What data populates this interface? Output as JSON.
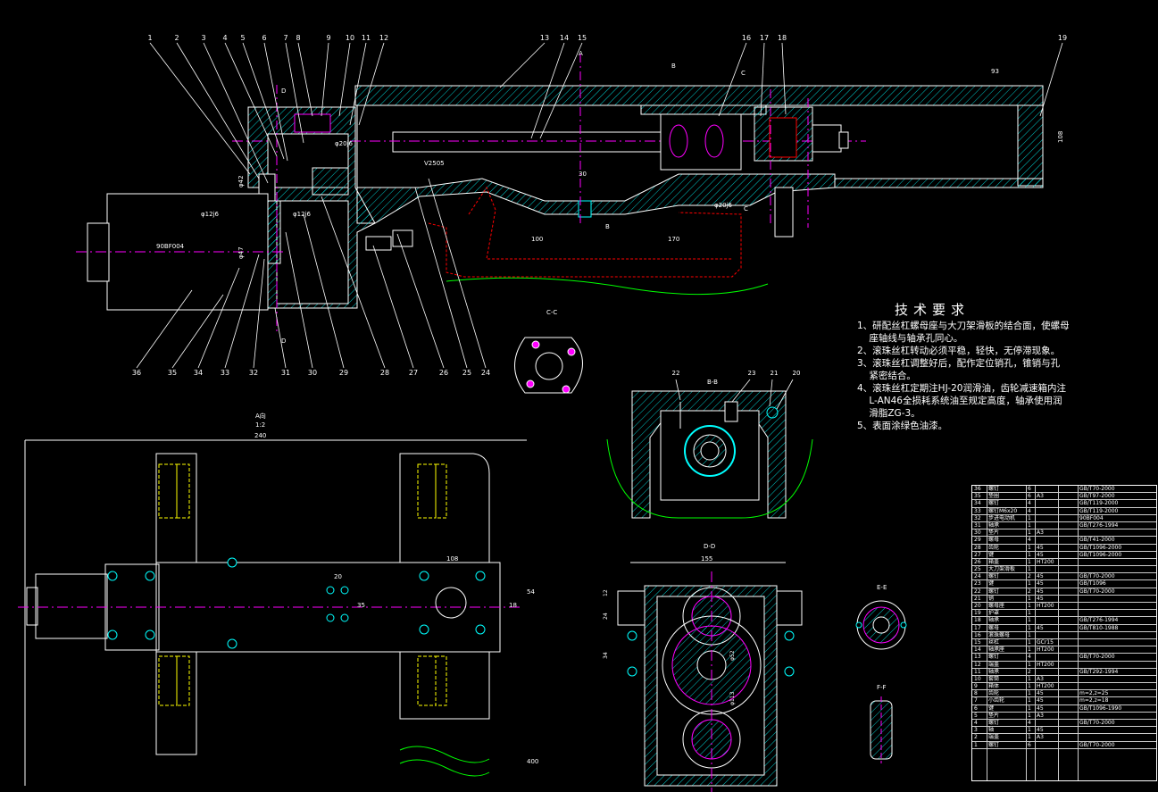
{
  "drawing": {
    "callouts_top": [
      "1",
      "2",
      "3",
      "4",
      "5",
      "6",
      "7",
      "8",
      "9",
      "10",
      "11",
      "12",
      "13",
      "14",
      "15",
      "16",
      "17",
      "18",
      "19"
    ],
    "callouts_bottom": [
      "36",
      "35",
      "34",
      "33",
      "32",
      "31",
      "30",
      "29",
      "28",
      "27",
      "26",
      "25",
      "24"
    ],
    "section_labels": {
      "A": "A",
      "B": "B",
      "C": "C",
      "D": "D",
      "cc_view": "C-C",
      "bb_view": "B-B",
      "dd_view": "D-D",
      "ee_view": "E-E",
      "ff_view": "F-F",
      "a_view": "A向",
      "a_scale": "1:2"
    },
    "bb_callouts": [
      "22",
      "23",
      "21",
      "20"
    ],
    "dimensions": {
      "d_phi20_j6": "φ20j6",
      "d_v2505": "V2505",
      "d_93": "93",
      "d_108": "108",
      "d_30": "30",
      "d_100": "100",
      "d_170": "170",
      "d_phi20_j6b": "φ20j6",
      "d_phi12_j6": "φ12j6",
      "d_phi12_j6b": "φ12j6",
      "d_phi42": "φ42",
      "d_phi47": "φ47",
      "d_90bf004": "90BF004",
      "d_240": "240",
      "d_20": "20",
      "d_35": "35",
      "d_108b": "108",
      "d_51": "54",
      "d_18": "18",
      "d_400": "400",
      "d_155": "155",
      "d_12": "12",
      "d_24": "24",
      "d_34": "34",
      "d_62": "φ52",
      "d_113": "φ113"
    }
  },
  "tech_requirements": {
    "title": "技术要求",
    "items": [
      "1、研配丝杠螺母座与大刀架滑板的结合面，使螺母\n    座轴线与轴承孔同心。",
      "2、滚珠丝杠转动必须平稳，轻快，无停滞现象。",
      "3、滚珠丝杠调整好后，配作定位销孔，锥销与孔\n    紧密结合。",
      "4、滚珠丝杠定期注HJ-20润滑油，齿轮减速箱内注\n    L-AN46全损耗系统油至规定高度，轴承使用润\n    滑脂ZG-3。",
      "5、表面涂绿色油漆。"
    ]
  },
  "bom": {
    "rows": [
      [
        "36",
        "螺钉",
        "6",
        "",
        "GB/T70-2000"
      ],
      [
        "35",
        "垫圈",
        "6",
        "A3",
        "GB/T97-2000"
      ],
      [
        "34",
        "螺钉",
        "4",
        "",
        "GB/T119-2000"
      ],
      [
        "33",
        "螺钉M6x20",
        "4",
        "",
        "GB/T119-2000"
      ],
      [
        "32",
        "步进电动机",
        "1",
        "",
        "90BF004"
      ],
      [
        "31",
        "轴承",
        "1",
        "",
        "GB/T276-1994"
      ],
      [
        "30",
        "垫片",
        "1",
        "A3",
        ""
      ],
      [
        "29",
        "螺母",
        "4",
        "",
        "GB/T41-2000"
      ],
      [
        "28",
        "齿轮",
        "1",
        "45",
        "GB/T1096-2000"
      ],
      [
        "27",
        "键",
        "1",
        "45",
        "GB/T1096-2000"
      ],
      [
        "26",
        "箱盖",
        "1",
        "HT200",
        ""
      ],
      [
        "25",
        "大刀架滑板",
        "1",
        "",
        ""
      ],
      [
        "24",
        "螺钉",
        "2",
        "45",
        "GB/T70-2000"
      ],
      [
        "23",
        "键",
        "1",
        "45",
        "GB/T1096"
      ],
      [
        "22",
        "螺钉",
        "2",
        "45",
        "GB/T70-2000"
      ],
      [
        "21",
        "销",
        "1",
        "45",
        ""
      ],
      [
        "20",
        "螺母座",
        "1",
        "HT200",
        ""
      ],
      [
        "19",
        "护罩",
        "1",
        "",
        ""
      ],
      [
        "18",
        "轴承",
        "1",
        "",
        "GB/T276-1994"
      ],
      [
        "17",
        "螺母",
        "1",
        "45",
        "GB/T810-1988"
      ],
      [
        "16",
        "滚珠螺母",
        "1",
        "",
        ""
      ],
      [
        "15",
        "丝杠",
        "1",
        "GCr15",
        ""
      ],
      [
        "14",
        "轴承座",
        "1",
        "HT200",
        ""
      ],
      [
        "13",
        "螺钉",
        "4",
        "",
        "GB/T70-2000"
      ],
      [
        "12",
        "端盖",
        "1",
        "HT200",
        ""
      ],
      [
        "11",
        "轴承",
        "2",
        "",
        "GB/T292-1994"
      ],
      [
        "10",
        "套筒",
        "1",
        "A3",
        ""
      ],
      [
        "9",
        "箱体",
        "1",
        "HT200",
        ""
      ],
      [
        "8",
        "齿轮",
        "1",
        "45",
        "m=2,z=25"
      ],
      [
        "7",
        "小齿轮",
        "1",
        "45",
        "m=2,z=18"
      ],
      [
        "6",
        "键",
        "1",
        "45",
        "GB/T1096-1990"
      ],
      [
        "5",
        "垫片",
        "1",
        "A3",
        ""
      ],
      [
        "4",
        "螺钉",
        "4",
        "",
        "GB/T70-2000"
      ],
      [
        "3",
        "轴",
        "1",
        "45",
        ""
      ],
      [
        "2",
        "端盖",
        "1",
        "A3",
        ""
      ],
      [
        "1",
        "螺钉",
        "6",
        "",
        "GB/T70-2000"
      ]
    ]
  },
  "colors": {
    "background": "#000000",
    "white": "#ffffff",
    "cyan": "#00ffff",
    "magenta": "#ff00ff",
    "red": "#ff0000",
    "green": "#00ff00",
    "yellow": "#ffff00",
    "blue": "#3333ff"
  }
}
